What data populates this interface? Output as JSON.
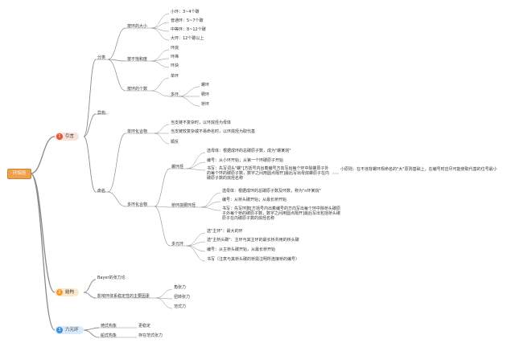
{
  "root": "环烷烃",
  "sections": {
    "intro": {
      "num": "1",
      "label": "引言",
      "color": "#e2533d",
      "bg": "#fbe1d8"
    },
    "structure": {
      "num": "2",
      "label": "结构",
      "color": "#f29b2c",
      "bg": "#fde7c8"
    },
    "hexa": {
      "num": "3",
      "label": "六元环",
      "color": "#3d8fd9",
      "bg": "#d8eaf9"
    }
  },
  "labels": {
    "fenlei": "分类",
    "yigou": "异构",
    "mingming": "命名",
    "ring_size": "按环的大小",
    "small": "小环：3~4个碳",
    "common": "普通环：5~7个碳",
    "medium": "中等环：8~12个碳",
    "large": "大环：12个碳以上",
    "unsat": "按不饱和度",
    "huanwan": "环烷",
    "huanxi": "环烯",
    "huanque": "环炔",
    "ring_count": "按环的个数",
    "single": "单环",
    "multi": "多环",
    "luo": "螺环",
    "bing": "稠环",
    "qiao": "桥环",
    "mono": "单环化合物",
    "mono1": "当支链不复杂时，以环烷烃为母体",
    "mono2": "当支链较复杂或不易命名时，以环烷烃为取代基",
    "mono3": "顺反",
    "multi_cmpd": "多环化合物",
    "spiro": "螺环烃",
    "spiro1": "选母体：根据成环的总碳原子数，成为\"螺某烷\"",
    "spiro2": "编号：从小环开始；从第一个环碳原子开始",
    "spiro3": "书写：先写词头\"螺\"[方括号内出着编号方向写出每个环中除螺原子外的每个环的碳原子数，数字之间用圆点隔开]最后写出母烷螺原子在内碳原子数的烷烃名称",
    "note": "小原则：在不违背螺环规命名的\"大\"原则基础上，在编号时应尽可能使取代基的位号最小",
    "bridge": "桥环烷稠环烃",
    "bridge1": "选母体：根据成环的总碳原子数及环数，称为\"n环某烷\"",
    "bridge2": "编号：从桥头碳开始；从最长桥开始",
    "bridge3": "书写：先写环数[方括号内出着编号的方向写出每个环中除桥头碳原子外每个桥的碳原子数，数字之间用圆点隔开]最后写出包括桥头碳原子在内碳原子数的烷烃名称",
    "poly": "多元环",
    "poly1": "选\"主环\"：最大的环",
    "poly2": "选\"主桥头碳\"：主环与其主环的最长桥共用的桥头碳",
    "poly3": "编号：从主桥头碳开始，从最长桥开始",
    "poly4": "书写（注意与其桥头碳的桥需注明所连接桥的编号）",
    "baeyer": "Bayer的张力论",
    "factors": "影响环体系稳定性的主要因素",
    "angle": "角张力",
    "torsion": "扭转张力",
    "vdw": "范式力",
    "chair": "椅式构象",
    "chair_d": "更稳定",
    "boat": "船式构象",
    "boat_d": "存在范式张力"
  }
}
